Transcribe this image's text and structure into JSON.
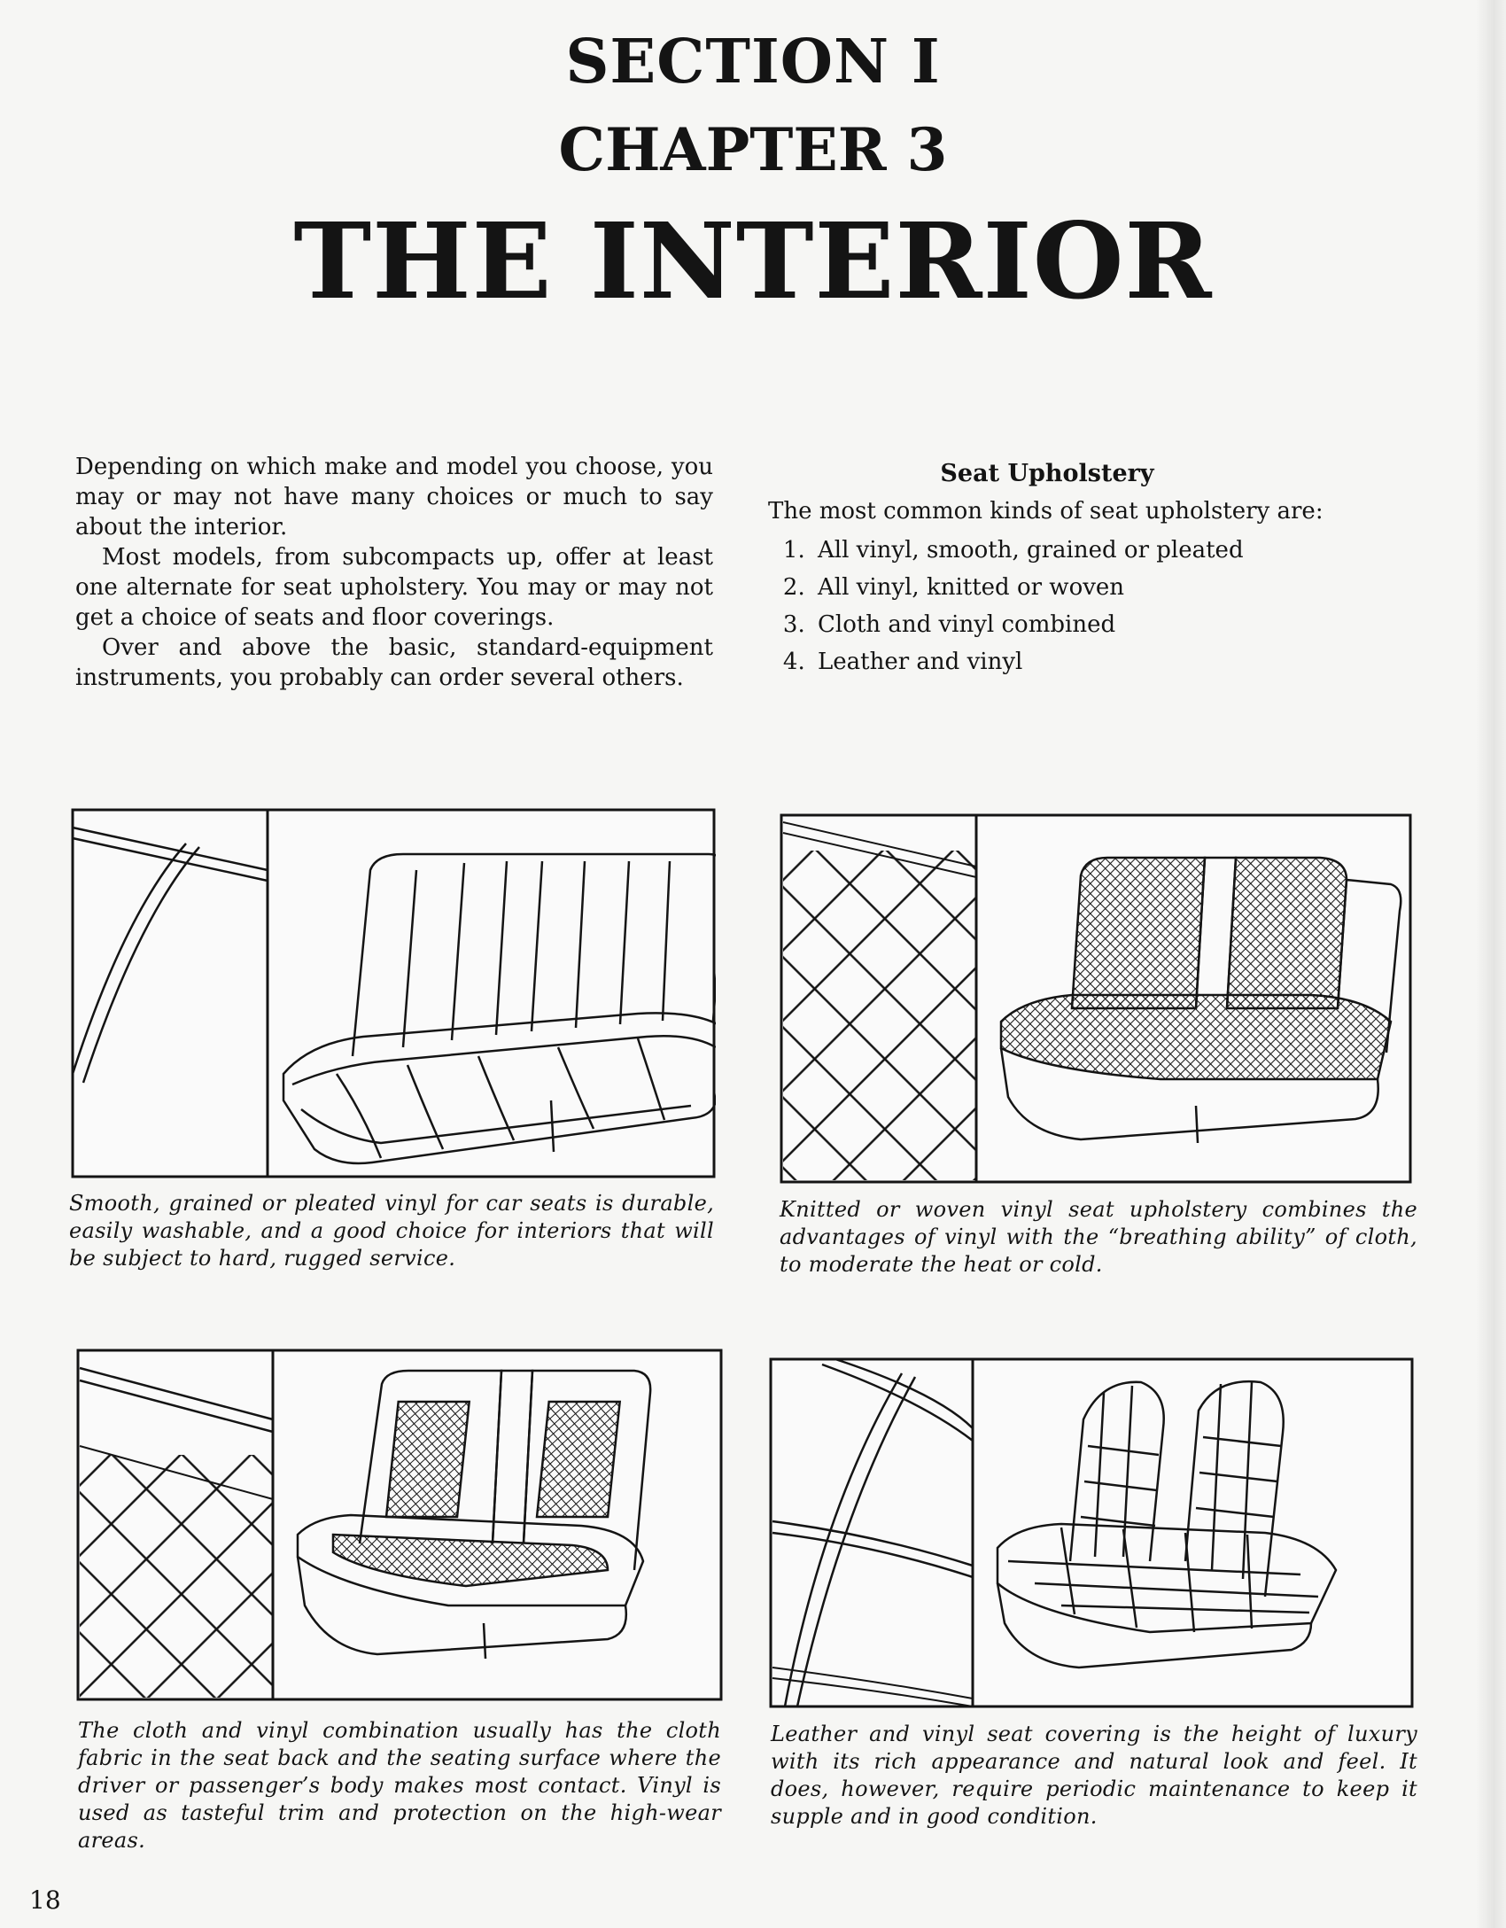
{
  "header": {
    "section": "SECTION I",
    "chapter": "CHAPTER 3",
    "title": "THE INTERIOR"
  },
  "intro": {
    "p1": "Depending on which make and model you choose, you may or may not have many choices or much to say about the interior.",
    "p2": "Most models, from subcompacts up, offer at least one alternate for seat upholstery. You may or may not get a choice of seats and floor coverings.",
    "p3": "Over and above the basic, standard-equipment instruments, you probably can order several others."
  },
  "upholstery": {
    "heading": "Seat Upholstery",
    "lead": "The most common kinds of seat upholstery are:",
    "items": [
      "All vinyl, smooth, grained or pleated",
      "All vinyl, knitted or woven",
      "Cloth and vinyl combined",
      "Leather and vinyl"
    ]
  },
  "figures": {
    "smooth": {
      "caption": "Smooth, grained or pleated vinyl for car seats is durable, easily washable, and a good choice for interiors that will be subject to hard, rugged service."
    },
    "knitted": {
      "caption": "Knitted or woven vinyl seat upholstery combines the advantages of vinyl with the “breathing ability” of cloth, to moderate the heat or cold."
    },
    "cloth": {
      "caption": "The cloth and vinyl combination usually has the cloth fabric in the seat back and the seating surface where the driver or passenger’s body makes most contact. Vinyl is used as tasteful trim and protection on the high-wear areas."
    },
    "leather": {
      "caption": "Leather and vinyl seat covering is the height of luxury with its rich appearance and natural look and feel. It does, however, require periodic maintenance to keep it supple and in good condition."
    }
  },
  "footer": {
    "page_number": "18"
  },
  "colors": {
    "ink": "#141414",
    "paper": "#f6f6f4"
  },
  "icons": [
    "smooth-vinyl-seat-illustration",
    "knitted-vinyl-seat-illustration",
    "cloth-vinyl-seat-illustration",
    "leather-vinyl-seat-illustration"
  ]
}
